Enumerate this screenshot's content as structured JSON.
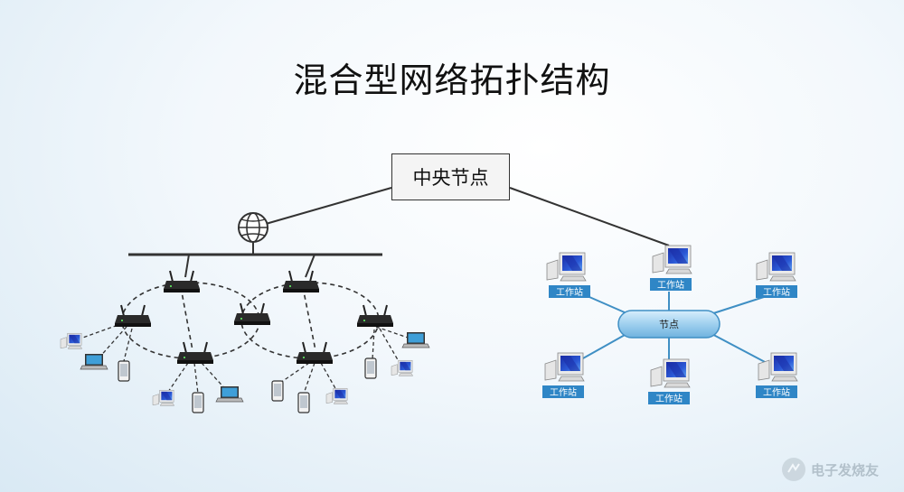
{
  "title": "混合型网络拓扑结构",
  "central_node": "中央节点",
  "hub_label": "节点",
  "workstations": [
    "工作站",
    "工作站",
    "工作站",
    "工作站",
    "工作站",
    "工作站"
  ],
  "watermark": "电子发烧友",
  "colors": {
    "workstation_tag": "#2f86c6",
    "hub_fill": "#9fd0ef",
    "link_blue": "#3f8fc4",
    "line_dark": "#333333"
  },
  "icons": [
    "globe-icon",
    "router-icon",
    "laptop-icon",
    "phone-icon",
    "computer-icon"
  ]
}
